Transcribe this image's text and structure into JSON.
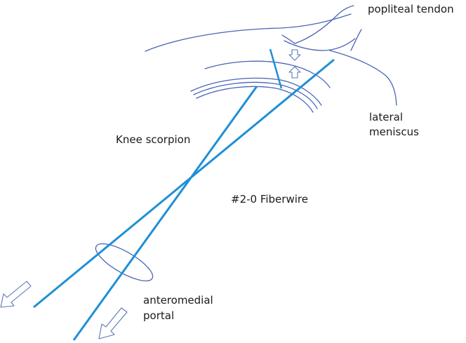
{
  "labels": {
    "popliteal_tendon": "popliteal tendon",
    "lateral_meniscus_1": "lateral",
    "lateral_meniscus_2": "meniscus",
    "knee_scorpion": "Knee scorpion",
    "fiberwire": "#2-0 Fiberwire",
    "portal_1": "anteromedial",
    "portal_2": "portal"
  },
  "colors": {
    "instrument_line": "#1f8fd6",
    "anatomy_line": "#4a64b4",
    "arrow_outline": "#5a78b8",
    "text": "#1a1a1a"
  }
}
